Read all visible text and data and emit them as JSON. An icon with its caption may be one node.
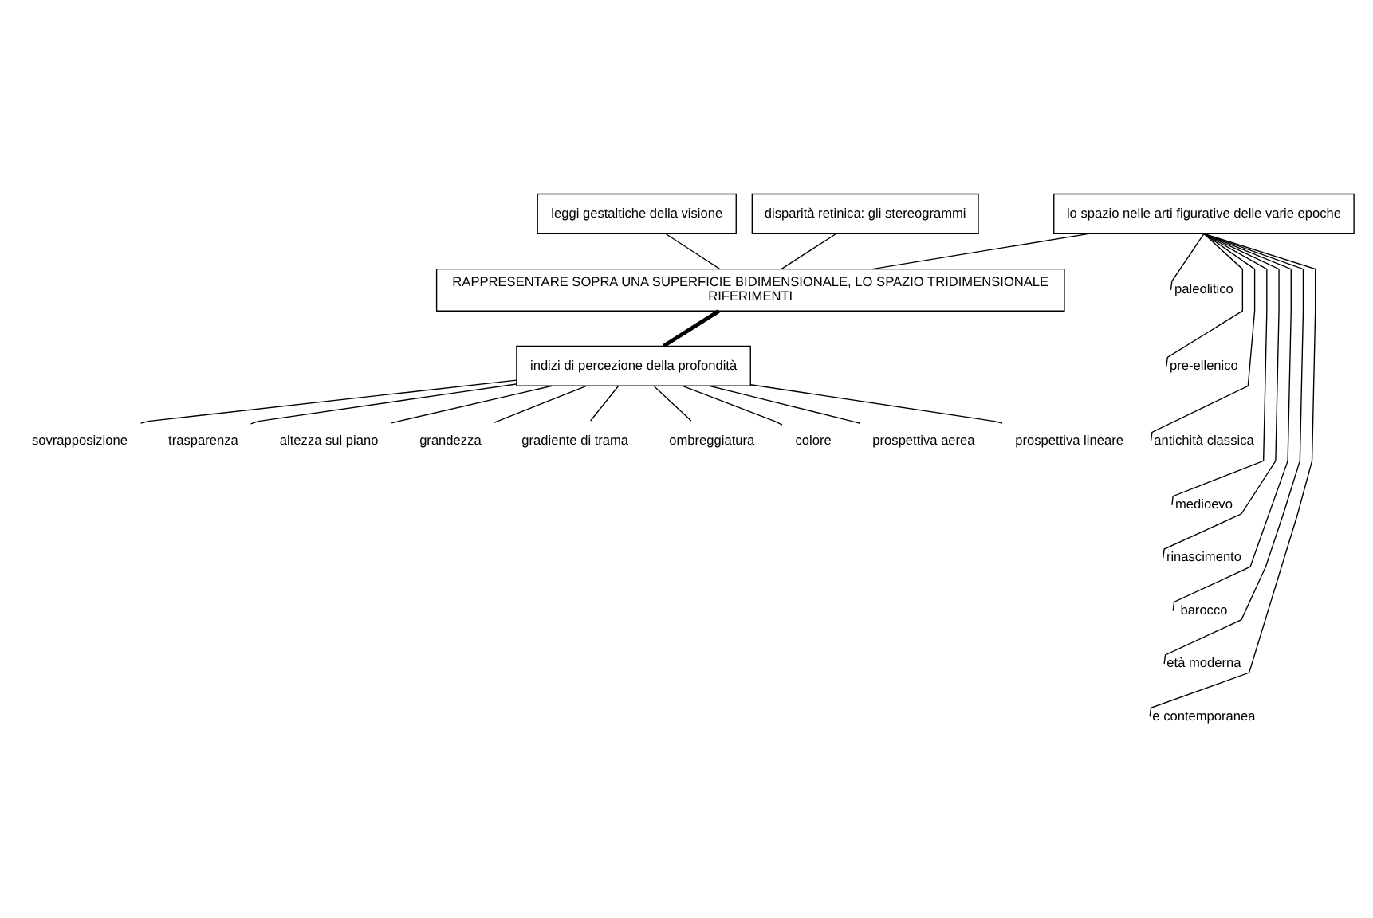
{
  "diagram": {
    "nodes": [
      {
        "text": [
          "leggi gestaltiche della visione"
        ]
      },
      {
        "text": [
          "disparità retinica: gli stereogrammi"
        ]
      },
      {
        "text": [
          "lo spazio nelle arti figurative delle varie epoche"
        ]
      },
      {
        "text": [
          "RAPPRESENTARE SOPRA UNA SUPERFICIE BIDIMENSIONALE, LO SPAZIO TRIDIMENSIONALE",
          "RIFERIMENTI"
        ]
      },
      {
        "text": [
          "paleolitico"
        ]
      },
      {
        "text": [
          "pre-ellenico"
        ]
      },
      {
        "text": [
          "antichità classica"
        ]
      },
      {
        "text": [
          "medioevo"
        ]
      },
      {
        "text": [
          "rinascimento"
        ]
      },
      {
        "text": [
          "barocco"
        ]
      },
      {
        "text": [
          "età moderna"
        ]
      },
      {
        "text": [
          "e contemporanea"
        ]
      },
      {
        "text": [
          "indizi di percezione della profondità"
        ]
      },
      {
        "text": [
          "sovrapposizione"
        ]
      },
      {
        "text": [
          "trasparenza"
        ]
      },
      {
        "text": [
          "altezza sul piano"
        ]
      },
      {
        "text": [
          "grandezza"
        ]
      },
      {
        "text": [
          "gradiente di trama"
        ]
      },
      {
        "text": [
          "ombreggiatura"
        ]
      },
      {
        "text": [
          "colore"
        ]
      },
      {
        "text": [
          "prospettiva aerea"
        ]
      },
      {
        "text": [
          "prospettiva lineare"
        ]
      }
    ],
    "edges": [
      {
        "from": 0,
        "to": 3,
        "arrow": "none"
      },
      {
        "from": 1,
        "to": 3,
        "arrow": "none"
      },
      {
        "from": 2,
        "to": 3,
        "arrow": "none"
      },
      {
        "from": 2,
        "to": 4,
        "arrow": "none"
      },
      {
        "from": 2,
        "to": 5,
        "arrow": "none"
      },
      {
        "from": 2,
        "to": 6,
        "arrow": "none"
      },
      {
        "from": 2,
        "to": 7,
        "arrow": "none"
      },
      {
        "from": 2,
        "to": 8,
        "arrow": "none"
      },
      {
        "from": 2,
        "to": 9,
        "arrow": "none"
      },
      {
        "from": 2,
        "to": 10,
        "arrow": "none"
      },
      {
        "from": 2,
        "to": 11,
        "arrow": "none"
      },
      {
        "from": 3,
        "to": 12,
        "arrow": "none",
        "style": "thick"
      },
      {
        "from": 12,
        "to": 13,
        "arrow": "none"
      },
      {
        "from": 12,
        "to": 14,
        "arrow": "none"
      },
      {
        "from": 12,
        "to": 15,
        "arrow": "none"
      },
      {
        "from": 12,
        "to": 16,
        "arrow": "none"
      },
      {
        "from": 12,
        "to": 17,
        "arrow": "none"
      },
      {
        "from": 12,
        "to": 18,
        "arrow": "none"
      },
      {
        "from": 12,
        "to": 19,
        "arrow": "none"
      },
      {
        "from": 12,
        "to": 20,
        "arrow": "none"
      },
      {
        "from": 12,
        "to": 21,
        "arrow": "none"
      }
    ]
  }
}
